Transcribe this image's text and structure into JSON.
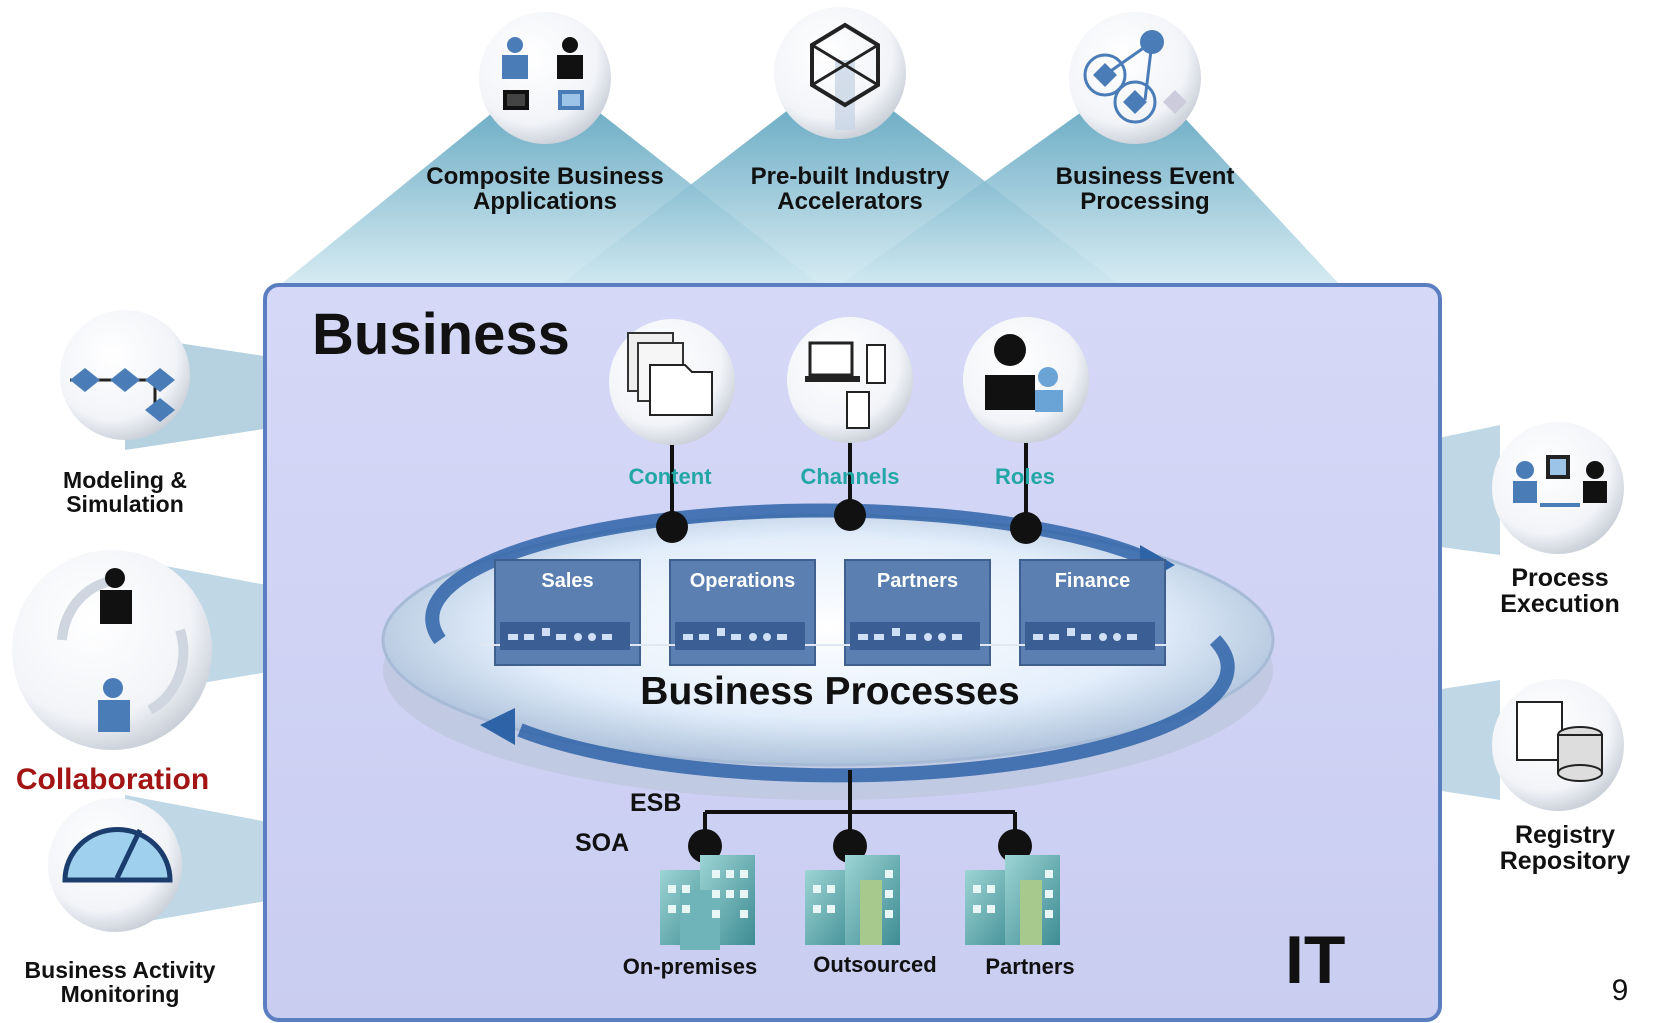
{
  "top": {
    "composite": "Composite Business\nApplications",
    "prebuilt": "Pre-built Industry\nAccelerators",
    "event": "Business Event\nProcessing"
  },
  "left": {
    "modeling": "Modeling &\nSimulation",
    "collaboration": "Collaboration",
    "bam": "Business Activity\nMonitoring"
  },
  "right": {
    "execution": "Process\nExecution",
    "registry": "Registry\nRepository"
  },
  "main": {
    "business_title": "Business",
    "it_title": "IT",
    "content": "Content",
    "channels": "Channels",
    "roles": "Roles",
    "processes_title": "Business Processes",
    "processes": [
      "Sales",
      "Operations",
      "Partners",
      "Finance"
    ],
    "esb": "ESB",
    "soa": "SOA",
    "on_premises": "On-premises",
    "outsourced": "Outsourced",
    "partners": "Partners"
  },
  "page_number": "9",
  "colors": {
    "panel": "#d9dbf5",
    "panel_border": "#5b7ec0",
    "teal_label": "#23a6a6",
    "collab_red": "#a31515",
    "process_box": "#5a7fb0"
  }
}
